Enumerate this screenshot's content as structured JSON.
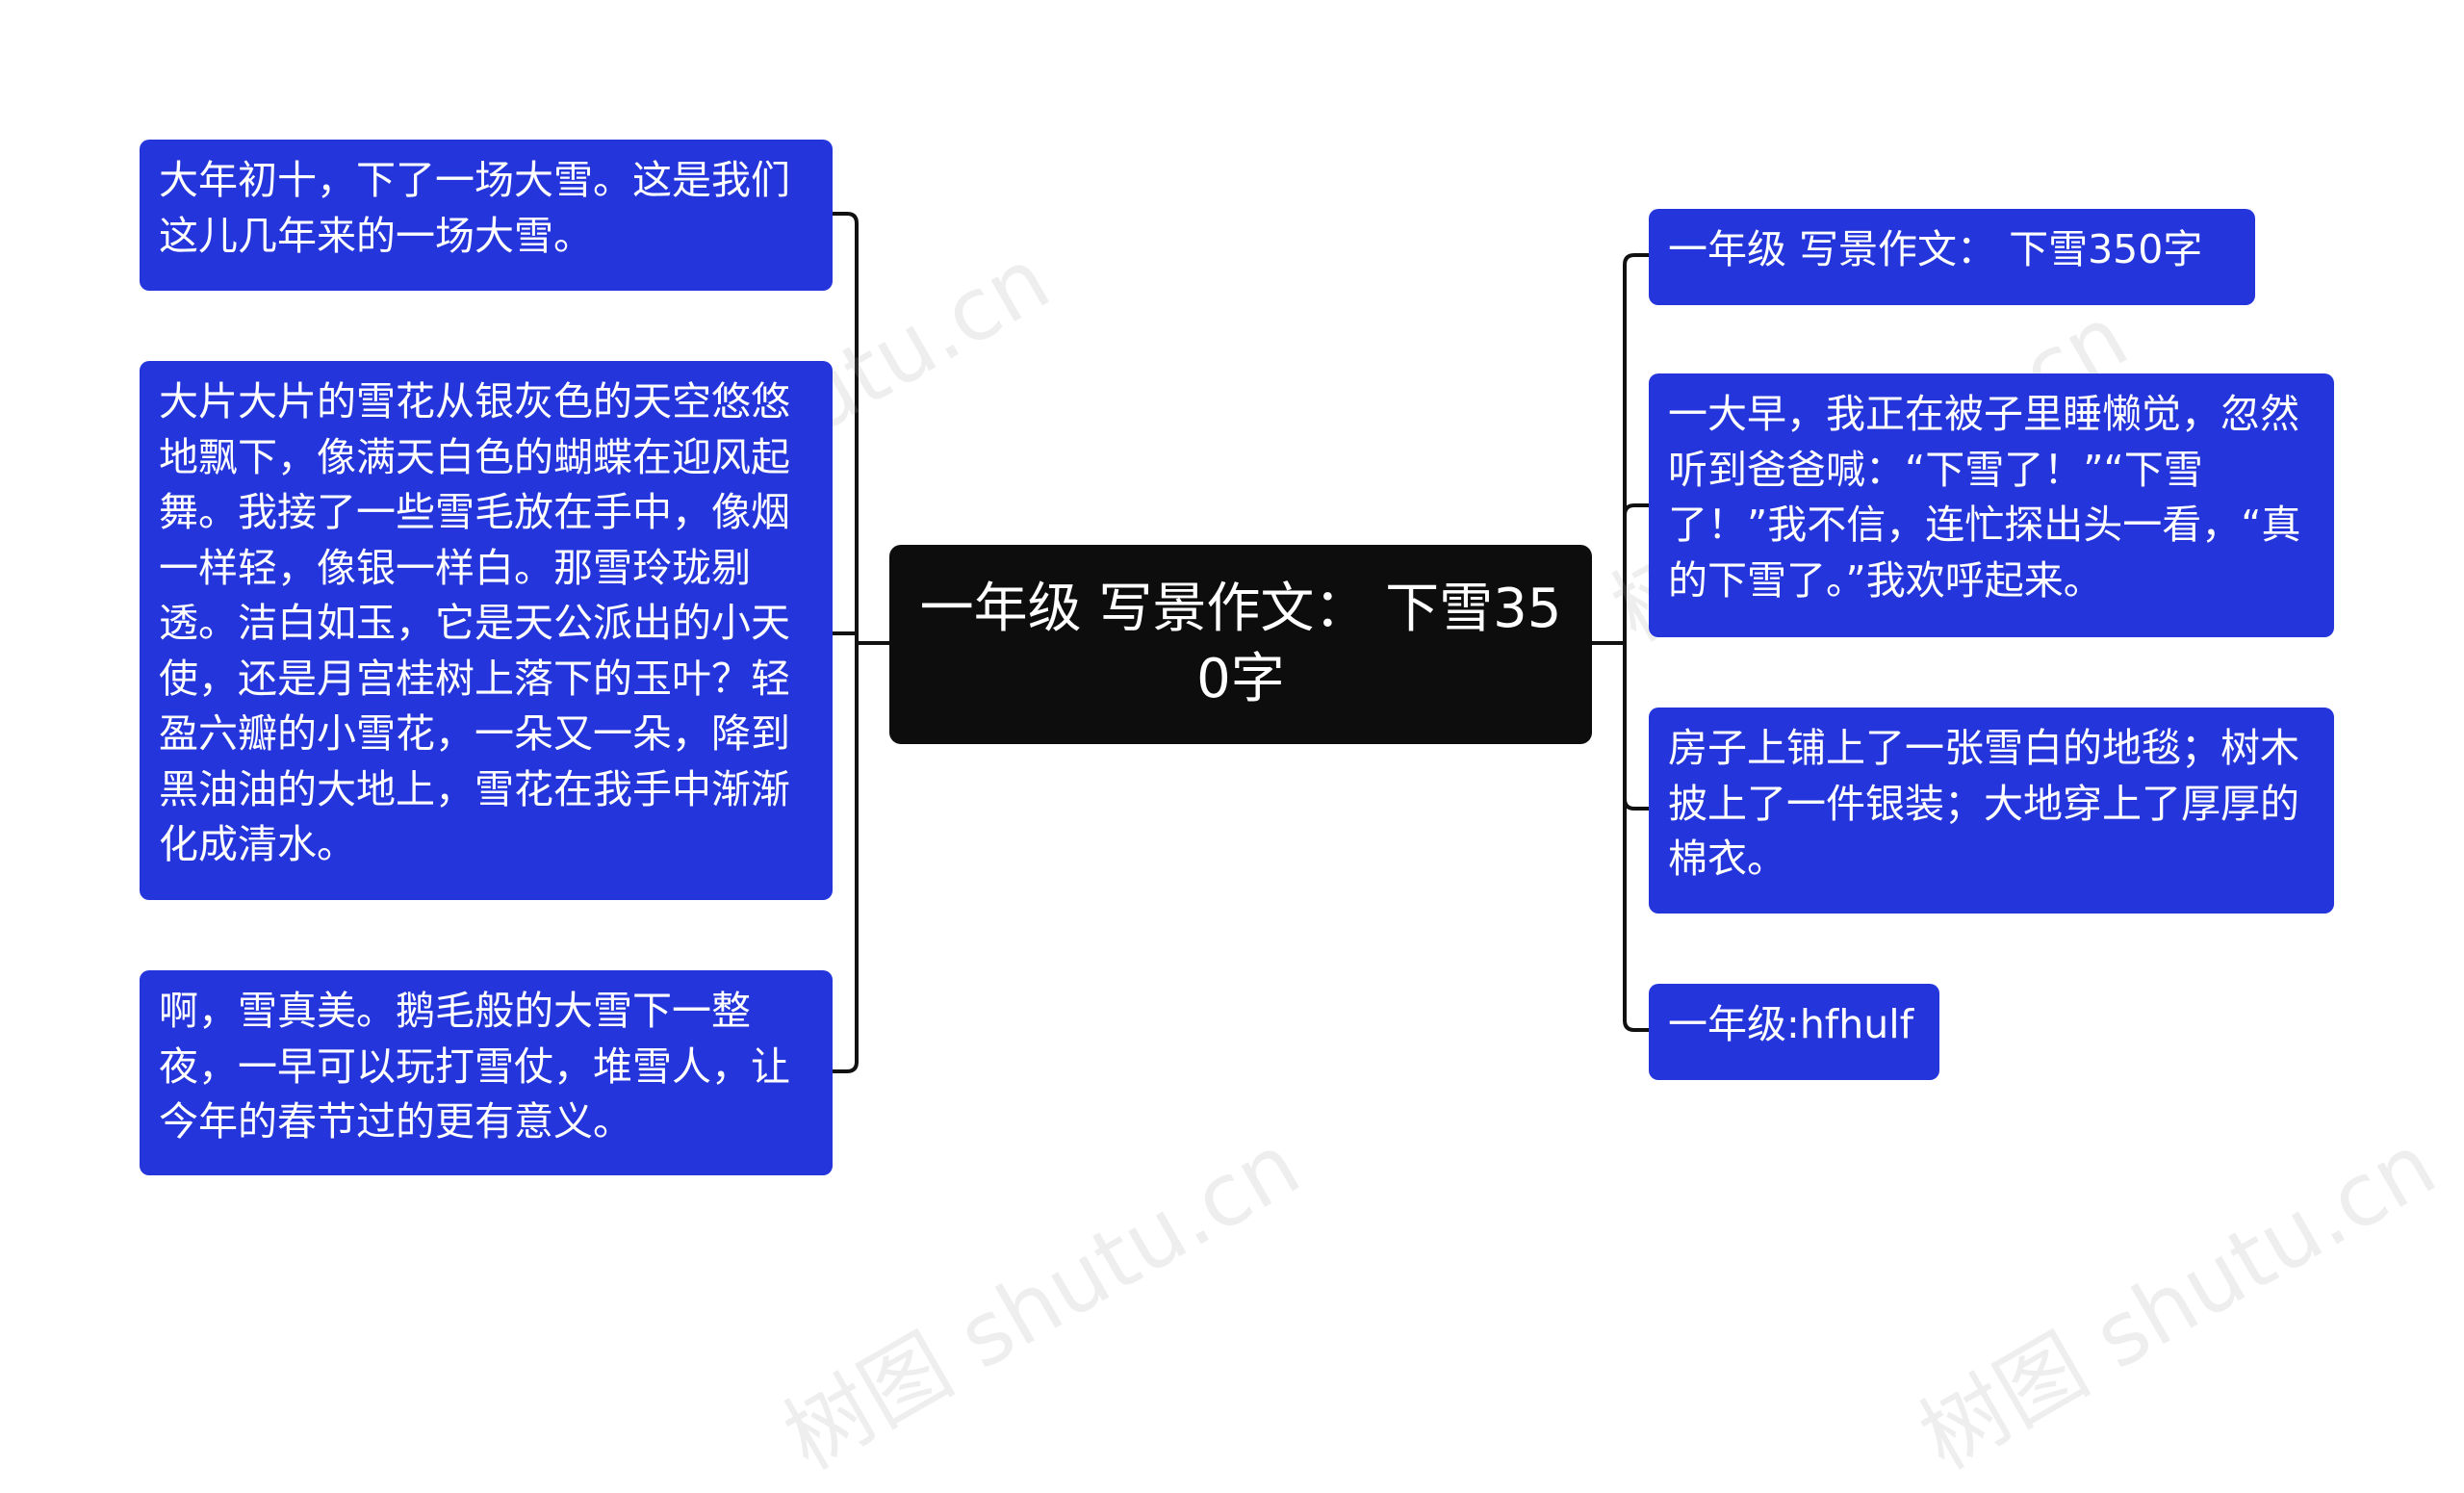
{
  "center": {
    "title": "一年级 写景作文： 下雪350字"
  },
  "left_nodes": [
    {
      "text": "大年初十，下了一场大雪。这是我们这儿几年来的一场大雪。"
    },
    {
      "text": "大片大片的雪花从银灰色的天空悠悠地飘下，像满天白色的蝴蝶在迎风起舞。我接了一些雪毛放在手中，像烟一样轻，像银一样白。那雪玲珑剔透。洁白如玉，它是天公派出的小天使，还是月宫桂树上落下的玉叶？轻盈六瓣的小雪花，一朵又一朵，降到黑油油的大地上，雪花在我手中渐渐化成清水。"
    },
    {
      "text": "啊，雪真美。鹅毛般的大雪下一整夜，一早可以玩打雪仗，堆雪人，让今年的春节过的更有意义。"
    }
  ],
  "right_nodes": [
    {
      "text": "一年级 写景作文： 下雪350字"
    },
    {
      "text": "一大早，我正在被子里睡懒觉，忽然听到爸爸喊：“下雪了！”“下雪了！”我不信，连忙探出头一看，“真的下雪了。”我欢呼起来。"
    },
    {
      "text": "房子上铺上了一张雪白的地毯；树木披上了一件银装；大地穿上了厚厚的棉衣。"
    },
    {
      "text": "一年级:hfhulf"
    }
  ],
  "colors": {
    "node_bg": "#2436db",
    "center_bg": "#0d0d0d",
    "connector": "#111111",
    "text": "#ffffff"
  }
}
